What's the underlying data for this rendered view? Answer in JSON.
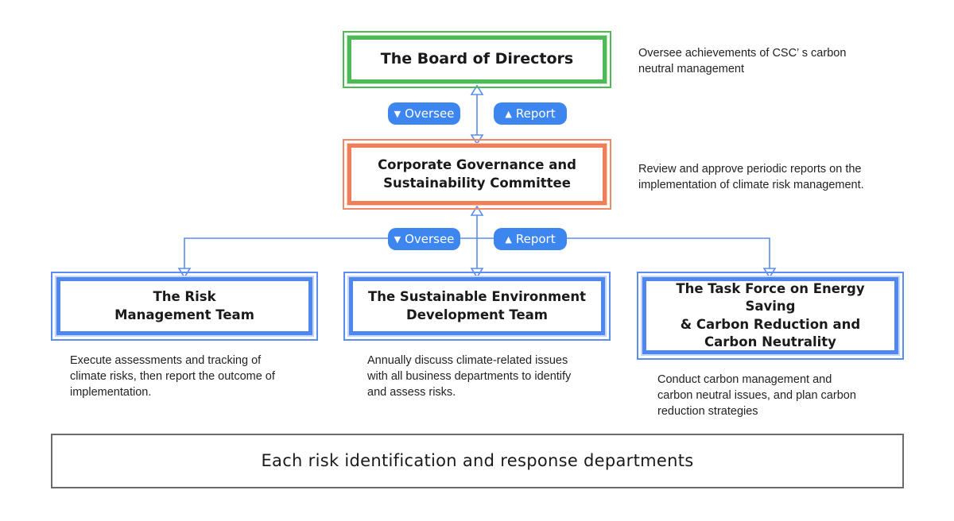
{
  "nodes": {
    "board": "The Board of Directors",
    "cgsc_line1": "Corporate Governance and",
    "cgsc_line2": "Sustainability Committee",
    "risk_line1": "The Risk",
    "risk_line2": "Management Team",
    "sedt_line1": "The Sustainable Environment",
    "sedt_line2": "Development Team",
    "tf_line1": "The Task Force on Energy Saving",
    "tf_line2": "& Carbon Reduction and",
    "tf_line3": "Carbon Neutrality",
    "departments": "Each risk identification and response departments"
  },
  "labels": {
    "oversee": "Oversee",
    "report": "Report"
  },
  "descriptions": {
    "board_line1": "Oversee achievements of CSC’ s carbon",
    "board_line2": "neutral management",
    "cgsc_line1": "Review and approve periodic reports on the",
    "cgsc_line2": "implementation of climate risk management.",
    "risk_line1": "Execute assessments and tracking of",
    "risk_line2": "climate risks, then report the outcome of",
    "risk_line3": "implementation.",
    "sedt_line1": "Annually discuss climate-related issues",
    "sedt_line2": "with all business departments to identify",
    "sedt_line3": "and assess risks.",
    "tf_line1": "Conduct carbon management and",
    "tf_line2": "carbon neutral issues, and plan carbon",
    "tf_line3": "reduction strategies"
  },
  "colors": {
    "board": "#4cbb55",
    "committee": "#ef7f58",
    "teams": "#4f86ef",
    "pill": "#3d86f0",
    "connector": "#5b8def",
    "departments_border": "#6b6b6b"
  }
}
